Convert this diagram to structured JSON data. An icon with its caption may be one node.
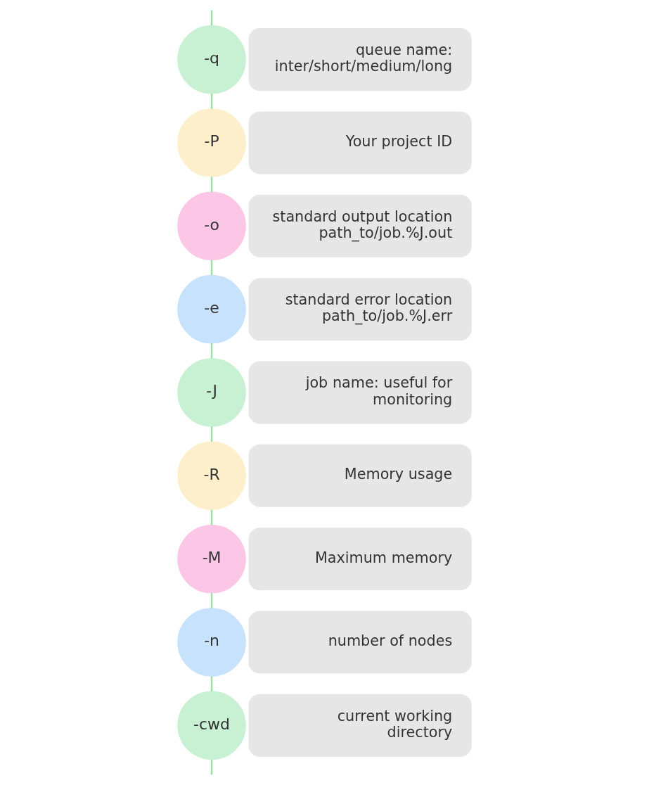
{
  "diagram": {
    "nodes": [
      {
        "text": [
          "-q"
        ]
      },
      {
        "text": [
          "queue name: inter/short/medium/long"
        ]
      },
      {
        "text": [
          "-P"
        ]
      },
      {
        "text": [
          "Your project ID"
        ]
      },
      {
        "text": [
          "-o"
        ]
      },
      {
        "text": [
          "standard output location path_to/job.%J.out"
        ]
      },
      {
        "text": [
          "-e"
        ]
      },
      {
        "text": [
          "standard error location path_to/job.%J.err"
        ]
      },
      {
        "text": [
          "-J"
        ]
      },
      {
        "text": [
          "job name: useful for monitoring"
        ]
      },
      {
        "text": [
          "-R"
        ]
      },
      {
        "text": [
          "Memory usage"
        ]
      },
      {
        "text": [
          "-M"
        ]
      },
      {
        "text": [
          "Maximum memory"
        ]
      },
      {
        "text": [
          "-n"
        ]
      },
      {
        "text": [
          "number of nodes"
        ]
      },
      {
        "text": [
          "-cwd"
        ]
      },
      {
        "text": [
          "current working directory"
        ]
      }
    ],
    "edges": [
      {
        "from": null,
        "to": 0,
        "arrow": "none"
      },
      {
        "from": 0,
        "to": 2,
        "arrow": "none"
      },
      {
        "from": 2,
        "to": 4,
        "arrow": "none"
      },
      {
        "from": 4,
        "to": 6,
        "arrow": "none"
      },
      {
        "from": 6,
        "to": 8,
        "arrow": "none"
      },
      {
        "from": 8,
        "to": 10,
        "arrow": "none"
      },
      {
        "from": 10,
        "to": 12,
        "arrow": "none"
      },
      {
        "from": 12,
        "to": 14,
        "arrow": "none"
      },
      {
        "from": 14,
        "to": 16,
        "arrow": "none"
      },
      {
        "from": 16,
        "to": null,
        "arrow": "none"
      }
    ]
  }
}
